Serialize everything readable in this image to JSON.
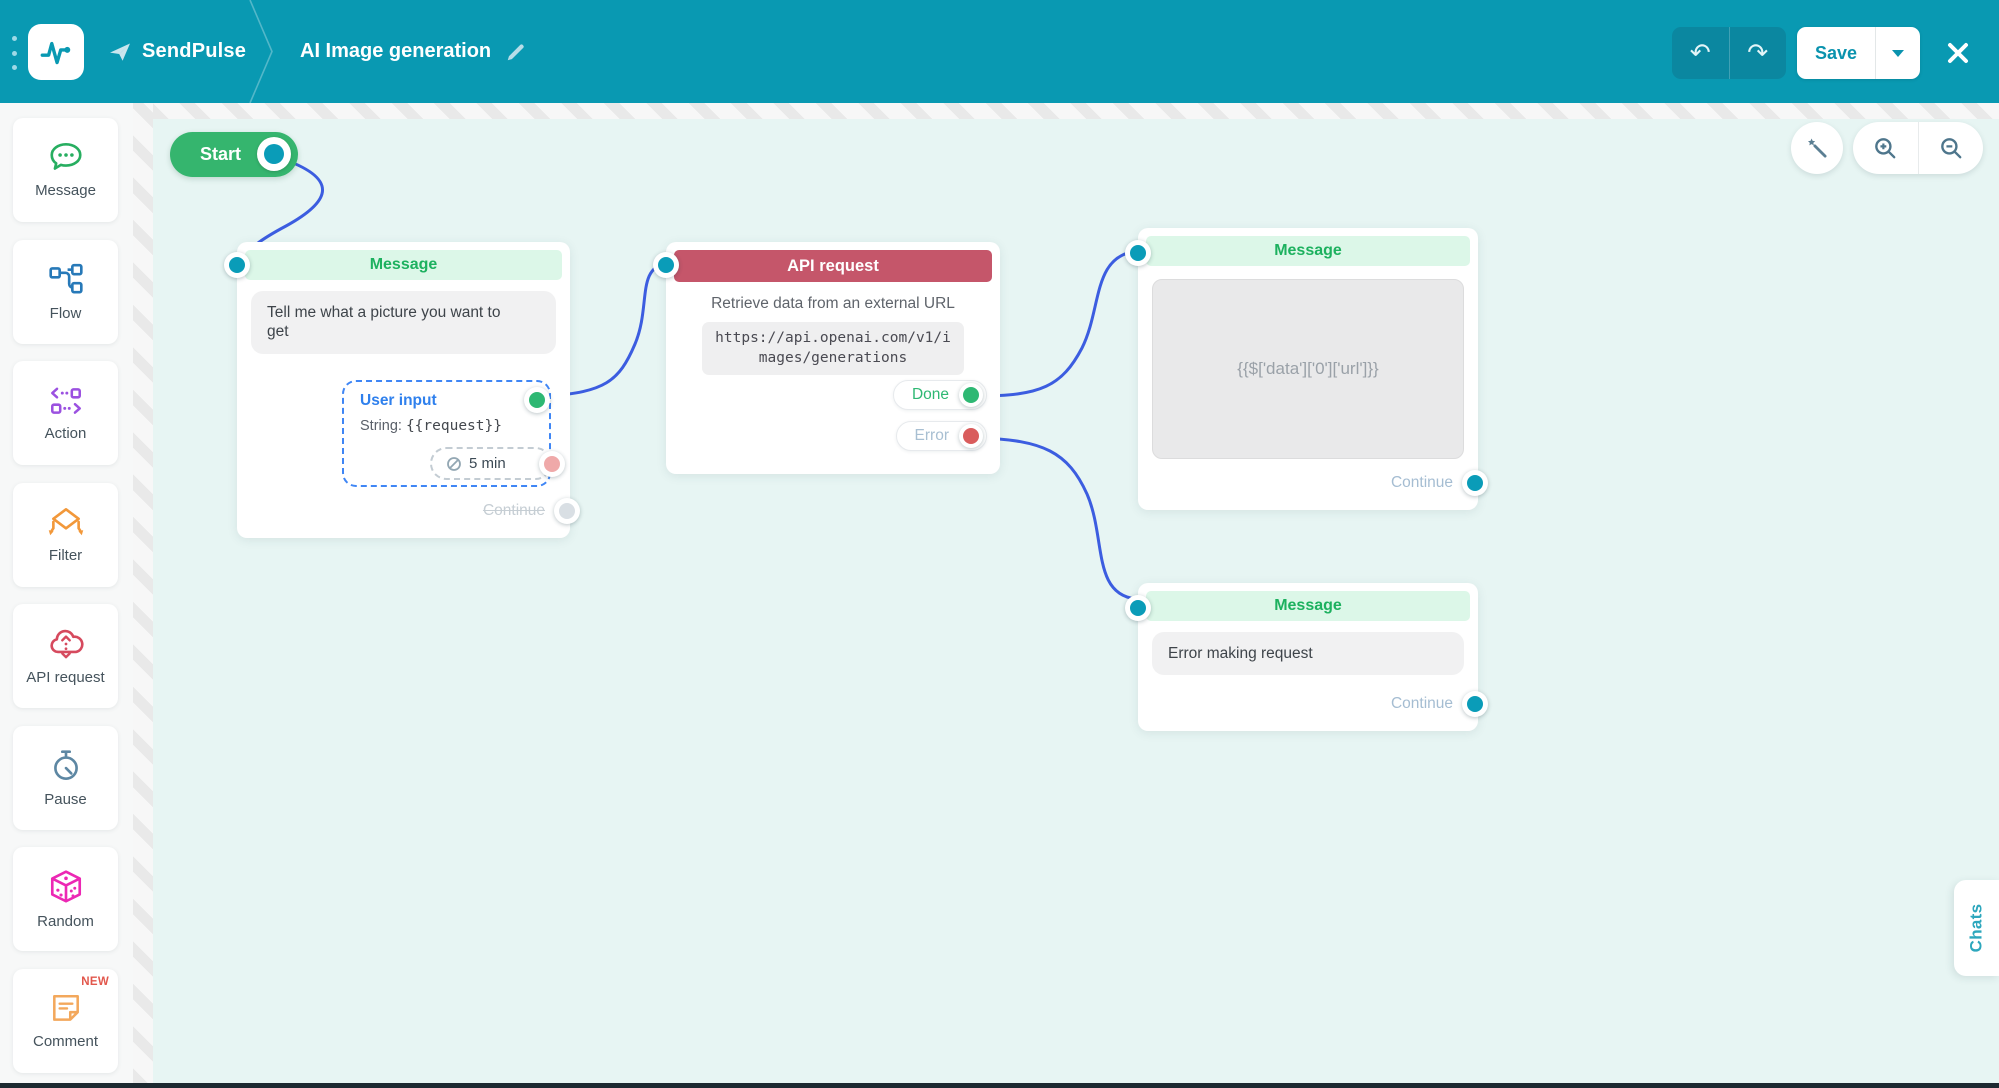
{
  "header": {
    "brand": "SendPulse",
    "flow_title": "AI Image generation",
    "save_label": "Save",
    "colors": {
      "bar": "#0999b2",
      "save_text": "#0a93ae"
    }
  },
  "sidebar": {
    "items": [
      {
        "label": "Message",
        "color": "#27ae60"
      },
      {
        "label": "Flow",
        "color": "#2779b8"
      },
      {
        "label": "Action",
        "color": "#9b51e0"
      },
      {
        "label": "Filter",
        "color": "#f2983a"
      },
      {
        "label": "API request",
        "color": "#d64a5e"
      },
      {
        "label": "Pause",
        "color": "#5d87a3"
      },
      {
        "label": "Random",
        "color": "#ec28b4"
      },
      {
        "label": "Comment",
        "color": "#f3a85c",
        "badge": "NEW"
      }
    ]
  },
  "canvas": {
    "start_label": "Start",
    "message1": {
      "title": "Message",
      "text": "Tell me what a picture you want to get",
      "user_input_label": "User input",
      "string_label": "String:",
      "variable": "{{request}}",
      "timeout": "5 min",
      "continue_label": "Continue"
    },
    "api": {
      "title": "API request",
      "description": "Retrieve data from an external URL",
      "url": "https://api.openai.com/v1/images/generations",
      "done_label": "Done",
      "error_label": "Error"
    },
    "message2": {
      "title": "Message",
      "placeholder": "{{$['data']['0']['url']}}",
      "continue_label": "Continue"
    },
    "message3": {
      "title": "Message",
      "text": "Error making request",
      "continue_label": "Continue"
    },
    "chats_label": "Chats",
    "connector_color": "#3c5de0"
  }
}
